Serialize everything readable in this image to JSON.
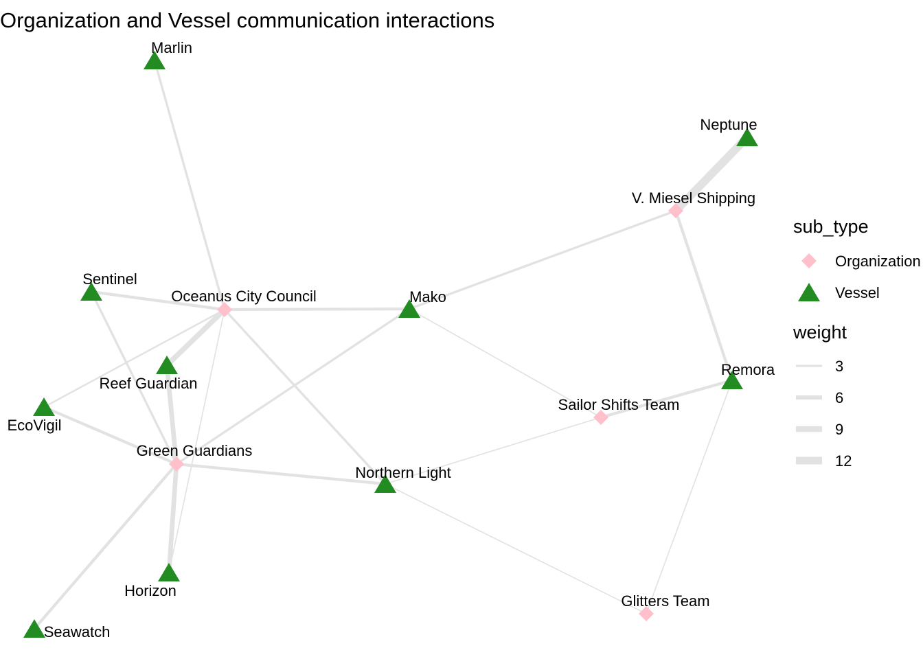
{
  "title": "Organization and Vessel communication interactions",
  "colors": {
    "organization": "#ffc0cb",
    "vessel": "#228b22",
    "edge": "#e2e2e2",
    "text": "#000000",
    "background": "#ffffff"
  },
  "nodes": [
    {
      "id": "marlin",
      "label": "Marlin",
      "sub_type": "Vessel"
    },
    {
      "id": "neptune",
      "label": "Neptune",
      "sub_type": "Vessel"
    },
    {
      "id": "v_miesel",
      "label": "V. Miesel Shipping",
      "sub_type": "Organization"
    },
    {
      "id": "sentinel",
      "label": "Sentinel",
      "sub_type": "Vessel"
    },
    {
      "id": "oceanus",
      "label": "Oceanus City Council",
      "sub_type": "Organization"
    },
    {
      "id": "mako",
      "label": "Mako",
      "sub_type": "Vessel"
    },
    {
      "id": "reef",
      "label": "Reef Guardian",
      "sub_type": "Vessel"
    },
    {
      "id": "ecovigil",
      "label": "EcoVigil",
      "sub_type": "Vessel"
    },
    {
      "id": "remora",
      "label": "Remora",
      "sub_type": "Vessel"
    },
    {
      "id": "sailor",
      "label": "Sailor Shifts Team",
      "sub_type": "Organization"
    },
    {
      "id": "green",
      "label": "Green Guardians",
      "sub_type": "Organization"
    },
    {
      "id": "northern",
      "label": "Northern Light",
      "sub_type": "Vessel"
    },
    {
      "id": "horizon",
      "label": "Horizon",
      "sub_type": "Vessel"
    },
    {
      "id": "glitters",
      "label": "Glitters Team",
      "sub_type": "Organization"
    },
    {
      "id": "seawatch",
      "label": "Seawatch",
      "sub_type": "Vessel"
    }
  ],
  "edges": [
    {
      "source": "neptune",
      "target": "v_miesel",
      "weight": 13
    },
    {
      "source": "v_miesel",
      "target": "mako",
      "weight": 3
    },
    {
      "source": "v_miesel",
      "target": "remora",
      "weight": 4
    },
    {
      "source": "marlin",
      "target": "oceanus",
      "weight": 3
    },
    {
      "source": "sentinel",
      "target": "oceanus",
      "weight": 4
    },
    {
      "source": "sentinel",
      "target": "green",
      "weight": 3
    },
    {
      "source": "oceanus",
      "target": "mako",
      "weight": 4
    },
    {
      "source": "oceanus",
      "target": "reef",
      "weight": 8
    },
    {
      "source": "oceanus",
      "target": "ecovigil",
      "weight": 2
    },
    {
      "source": "oceanus",
      "target": "northern",
      "weight": 3
    },
    {
      "source": "oceanus",
      "target": "horizon",
      "weight": 1
    },
    {
      "source": "mako",
      "target": "green",
      "weight": 3
    },
    {
      "source": "mako",
      "target": "sailor",
      "weight": 1
    },
    {
      "source": "reef",
      "target": "green",
      "weight": 7
    },
    {
      "source": "ecovigil",
      "target": "green",
      "weight": 4
    },
    {
      "source": "green",
      "target": "northern",
      "weight": 4
    },
    {
      "source": "green",
      "target": "horizon",
      "weight": 7
    },
    {
      "source": "green",
      "target": "seawatch",
      "weight": 4
    },
    {
      "source": "northern",
      "target": "sailor",
      "weight": 1
    },
    {
      "source": "northern",
      "target": "glitters",
      "weight": 1
    },
    {
      "source": "sailor",
      "target": "remora",
      "weight": 4
    },
    {
      "source": "remora",
      "target": "glitters",
      "weight": 1
    }
  ],
  "legend": {
    "shape_title": "sub_type",
    "shape_items": [
      {
        "label": "Organization",
        "sub_type": "Organization",
        "icon": "diamond-icon"
      },
      {
        "label": "Vessel",
        "sub_type": "Vessel",
        "icon": "triangle-icon"
      }
    ],
    "weight_title": "weight",
    "weight_items": [
      {
        "label": "3",
        "value": 3
      },
      {
        "label": "6",
        "value": 6
      },
      {
        "label": "9",
        "value": 9
      },
      {
        "label": "12",
        "value": 12
      }
    ]
  }
}
